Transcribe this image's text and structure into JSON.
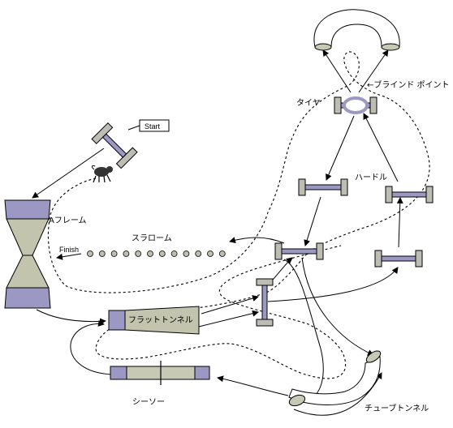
{
  "labels": {
    "start": "Start",
    "finish": "Finish",
    "a_frame": "Aフレーム",
    "slalom": "スラローム",
    "flat_tunnel": "フラットトンネル",
    "seesaw": "シーソー",
    "tube_tunnel": "チューブトンネル",
    "hurdle": "ハードル",
    "tire": "タイヤ",
    "blind_point": "←ブラインド ポイント"
  },
  "colors": {
    "equipment_purple": "#9c98c4",
    "equipment_grey": "#c7c9b4",
    "line": "#000000",
    "background": "#ffffff"
  },
  "icons": {
    "dog": "dog-icon"
  }
}
